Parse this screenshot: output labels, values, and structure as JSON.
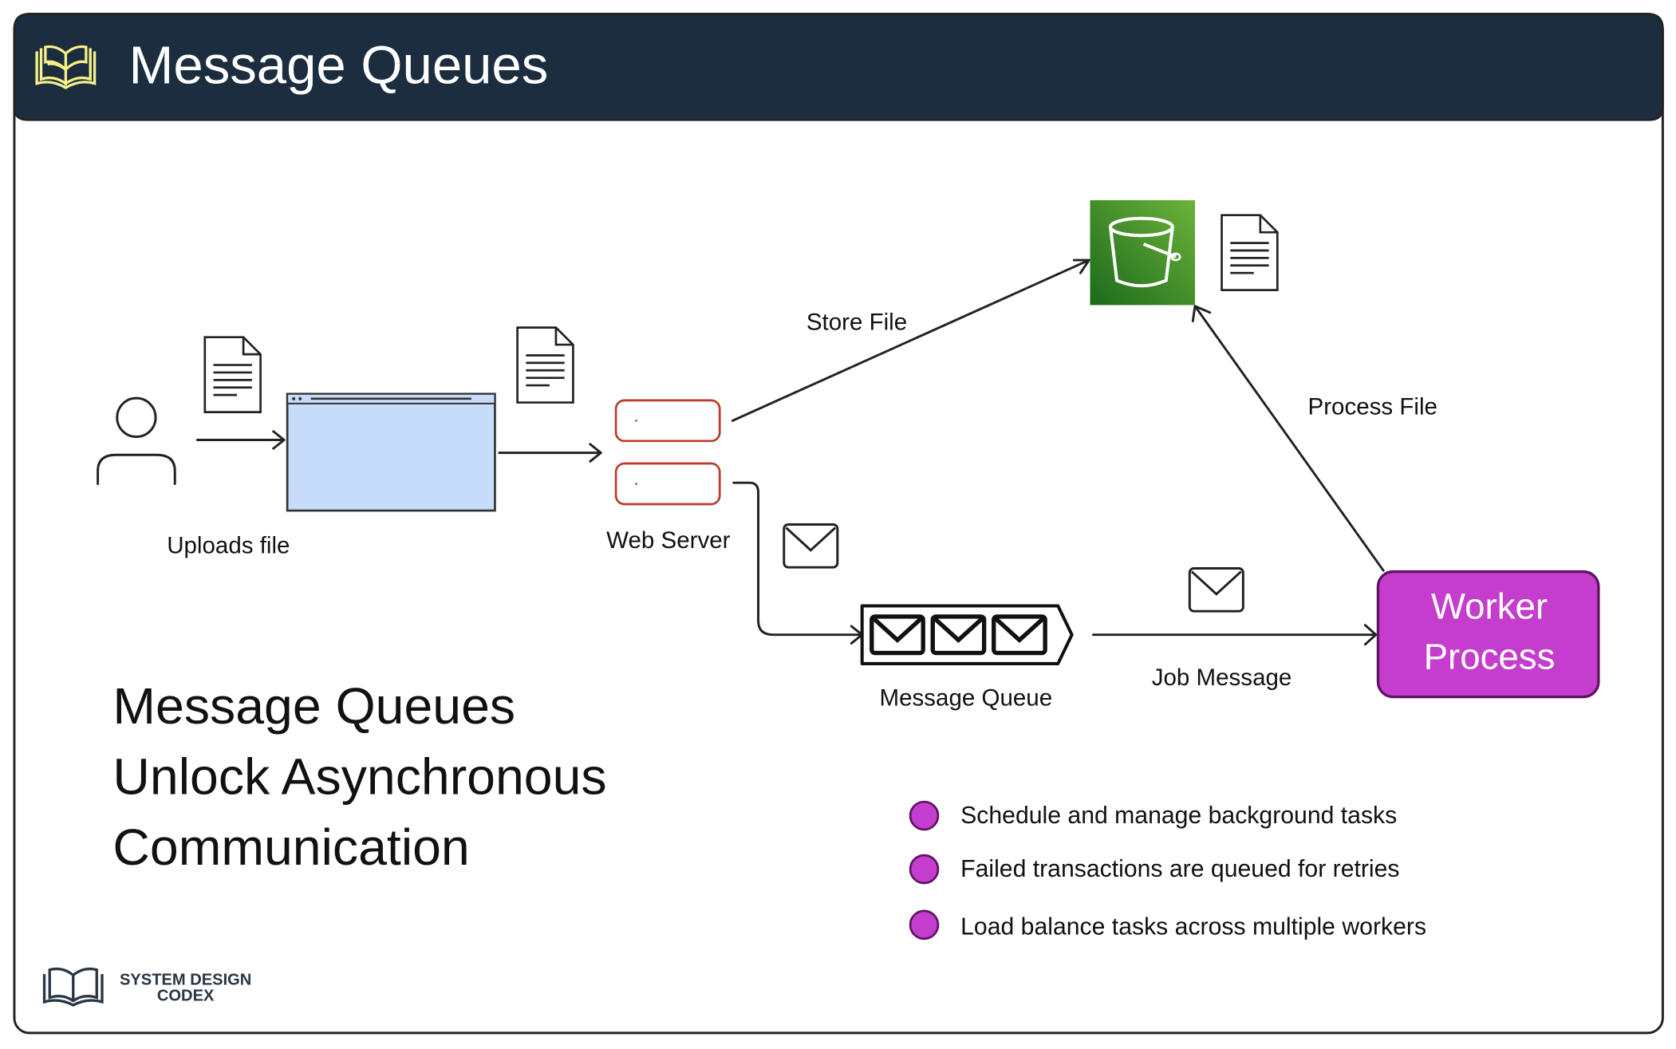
{
  "header": {
    "title": "Message Queues",
    "icon": "open-book-icon",
    "icon_color": "#f7f08a",
    "background": "#1b2d3e"
  },
  "diagram": {
    "user_label": "Uploads file",
    "web_server_label": "Web Server",
    "store_file_label": "Store File",
    "process_file_label": "Process File",
    "message_queue_label": "Message Queue",
    "job_message_label": "Job Message",
    "worker_line1": "Worker",
    "worker_line2": "Process",
    "worker_color": "#c53dcc",
    "storage_color": "#3f8f28",
    "browser_color": "#c6dcfa",
    "server_color": "#c0392b"
  },
  "headline": {
    "line1": "Message Queues",
    "line2": "Unlock Asynchronous",
    "line3": "Communication"
  },
  "bullets": [
    "Schedule and manage background tasks",
    "Failed transactions are queued for retries",
    "Load balance tasks across multiple workers"
  ],
  "logo": {
    "line1": "SYSTEM DESIGN",
    "line2": "CODEX"
  }
}
